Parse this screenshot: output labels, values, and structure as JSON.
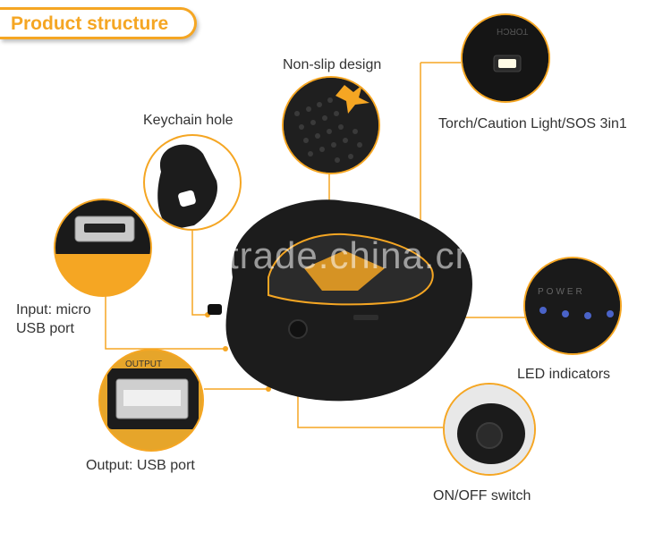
{
  "header": {
    "title": "Product structure"
  },
  "labels": {
    "non_slip": "Non-slip design",
    "keychain": "Keychain hole",
    "torch": "Torch/Caution Light/SOS 3in1",
    "input_line1": "Input: micro",
    "input_line2": "USB port",
    "output": "Output: USB port",
    "led": "LED indicators",
    "onoff": "ON/OFF switch"
  },
  "device_marks": {
    "torch_text": "TORCH",
    "output_text": "OUTPUT",
    "power_text": "POWER",
    "watermark": "trade.china.cn"
  },
  "colors": {
    "accent": "#f5a623",
    "device": "#1a1a1a",
    "led": "#4a63c8"
  }
}
